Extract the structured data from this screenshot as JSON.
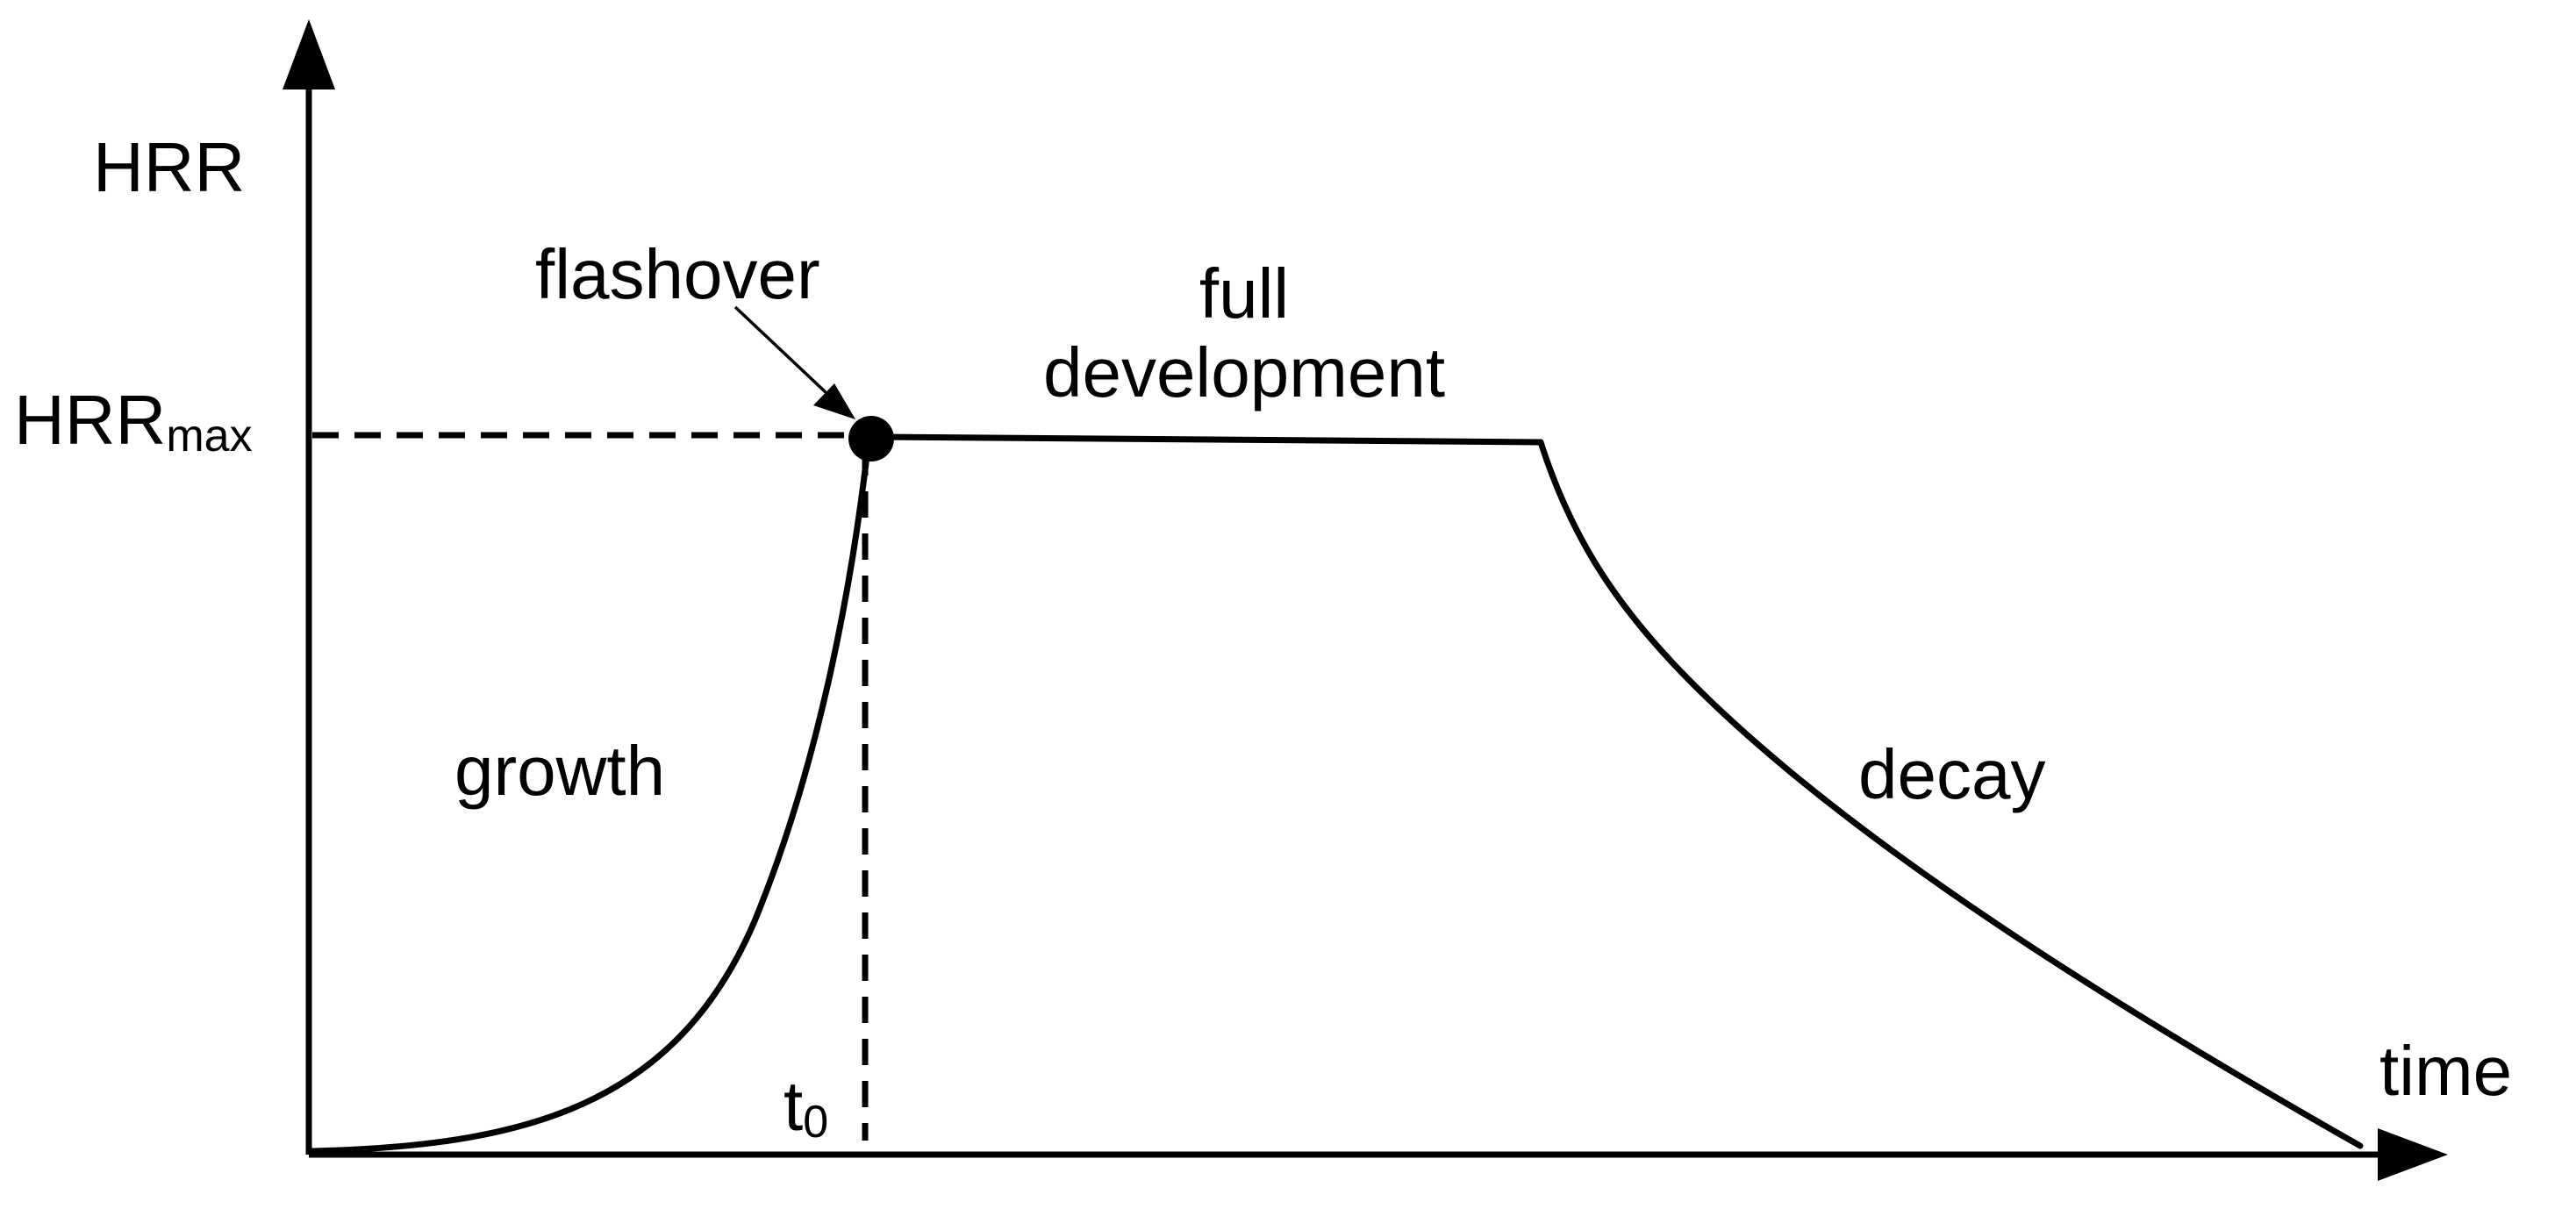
{
  "axes": {
    "y_label": "HRR",
    "x_label": "time",
    "y_marker_main": "HRR",
    "y_marker_sub": "max",
    "x_marker_main": "t",
    "x_marker_sub": "0"
  },
  "annotations": {
    "flashover": "flashover",
    "full_line1": "full",
    "full_line2": "development",
    "growth": "growth",
    "decay": "decay"
  },
  "colors": {
    "ink": "#000000",
    "background": "#ffffff"
  },
  "icons": [
    "arrow-head-icon",
    "point-marker-icon"
  ]
}
